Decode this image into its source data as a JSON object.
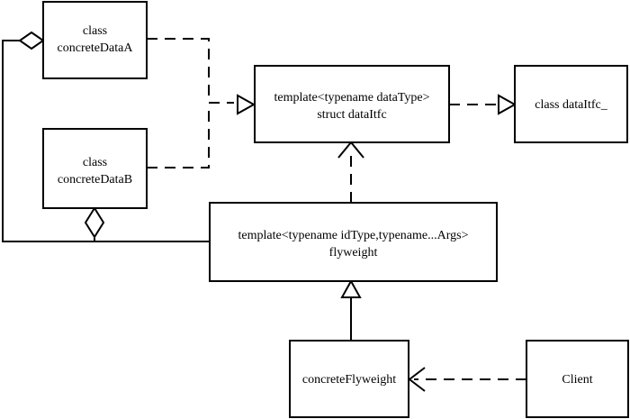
{
  "colors": {
    "stroke": "#000000",
    "fill": "#ffffff"
  },
  "boxes": {
    "concreteDataA": {
      "line1": "class",
      "line2": "concreteDataA"
    },
    "concreteDataB": {
      "line1": "class",
      "line2": "concreteDataB"
    },
    "dataItfc": {
      "line1": "template<typename dataType>",
      "line2": "struct dataItfc"
    },
    "dataItfcBase": {
      "line1": "class dataItfc_"
    },
    "flyweight": {
      "line1": "template<typename idType,typename...Args>",
      "line2": "flyweight"
    },
    "concreteFlyweight": {
      "line1": "concreteFlyweight"
    },
    "client": {
      "line1": "Client"
    }
  }
}
